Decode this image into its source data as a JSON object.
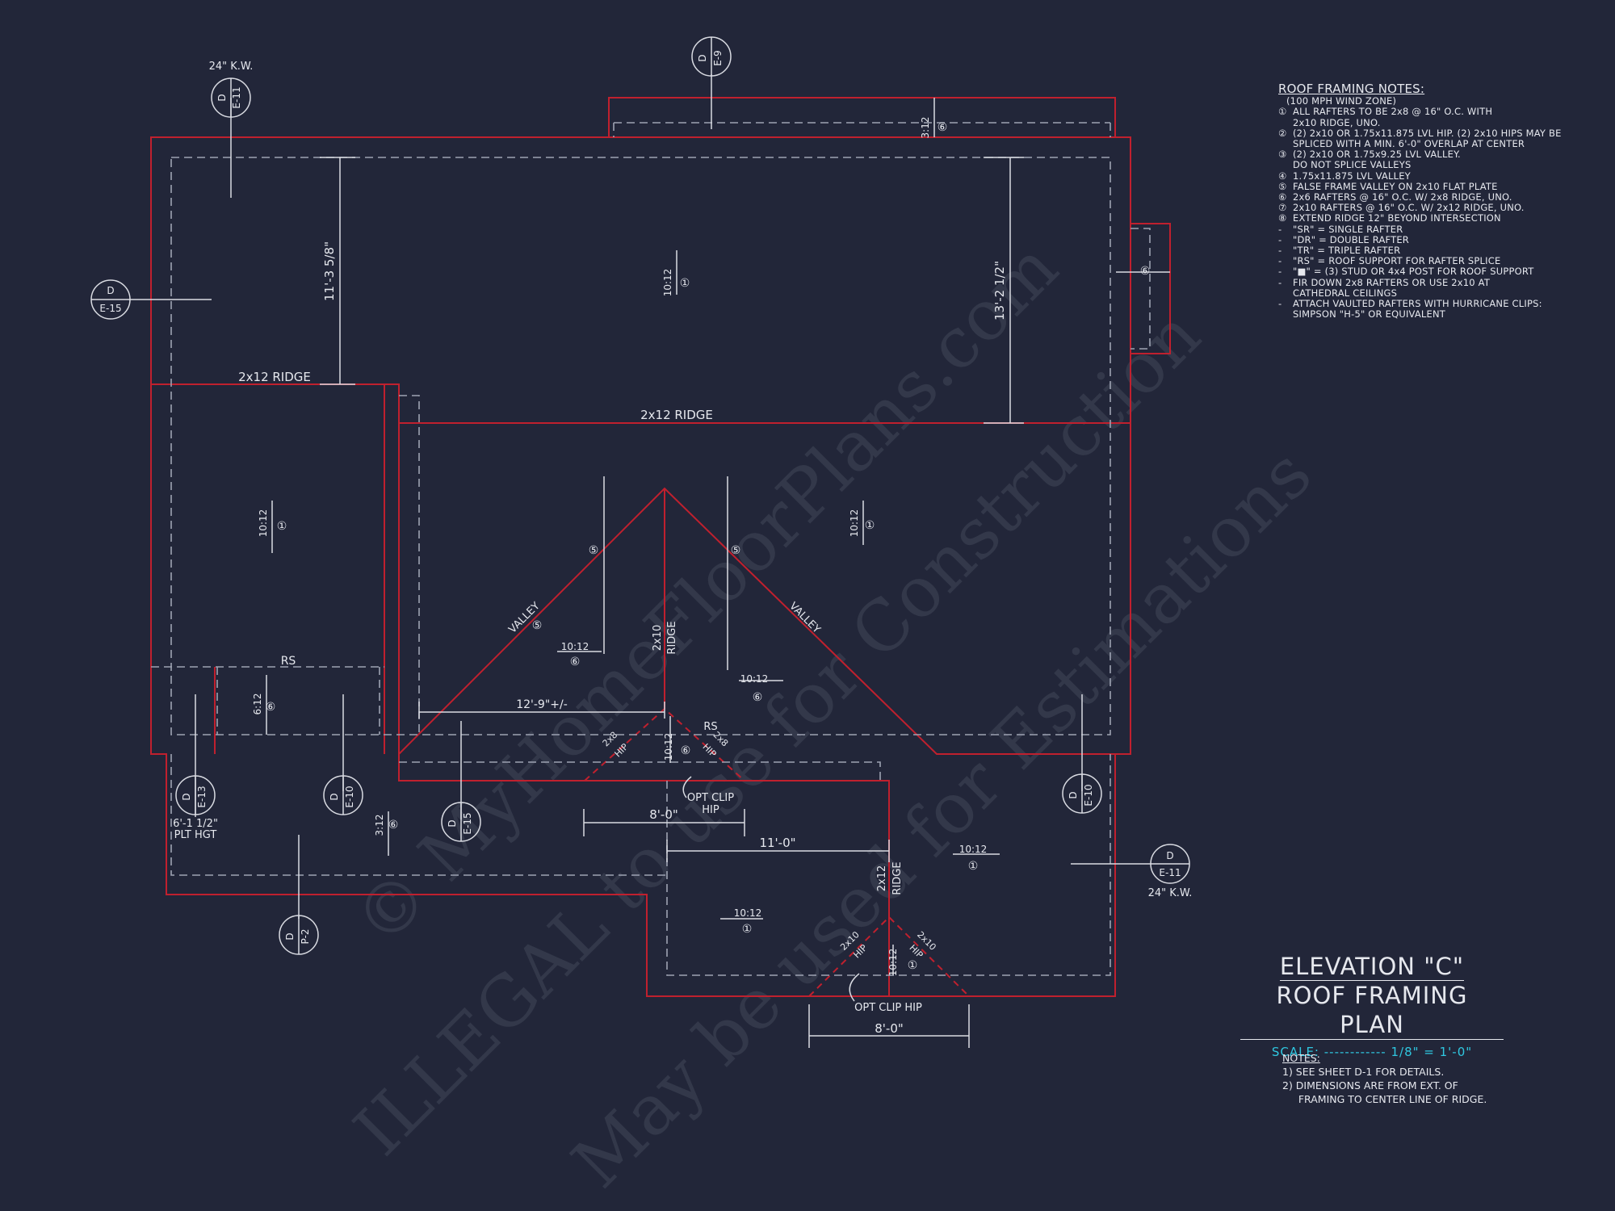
{
  "notes": {
    "heading": "ROOF FRAMING NOTES:",
    "wind_zone": "(100 MPH WIND ZONE)",
    "items": [
      {
        "key": "①",
        "text": "ALL RAFTERS TO BE 2x8 @ 16\" O.C. WITH"
      },
      {
        "key": "",
        "text": "2x10 RIDGE, UNO."
      },
      {
        "key": "②",
        "text": "(2) 2x10 OR 1.75x11.875 LVL HIP. (2) 2x10 HIPS MAY BE"
      },
      {
        "key": "",
        "text": "SPLICED WITH A MIN. 6'-0\" OVERLAP AT CENTER"
      },
      {
        "key": "③",
        "text": "(2) 2x10 OR 1.75x9.25 LVL VALLEY."
      },
      {
        "key": "",
        "text": "DO NOT SPLICE VALLEYS"
      },
      {
        "key": "④",
        "text": "1.75x11.875 LVL VALLEY"
      },
      {
        "key": "⑤",
        "text": "FALSE FRAME VALLEY ON 2x10 FLAT PLATE"
      },
      {
        "key": "⑥",
        "text": "2x6 RAFTERS @ 16\" O.C. W/ 2x8 RIDGE, UNO."
      },
      {
        "key": "⑦",
        "text": "2x10 RAFTERS @ 16\" O.C. W/ 2x12 RIDGE, UNO."
      },
      {
        "key": "⑧",
        "text": "EXTEND RIDGE 12\" BEYOND INTERSECTION"
      },
      {
        "key": "-",
        "text": "\"SR\" = SINGLE RAFTER"
      },
      {
        "key": "-",
        "text": "\"DR\" = DOUBLE RAFTER"
      },
      {
        "key": "-",
        "text": "\"TR\" = TRIPLE RAFTER"
      },
      {
        "key": "-",
        "text": "\"RS\" = ROOF SUPPORT FOR RAFTER SPLICE"
      },
      {
        "key": "-",
        "text": "\"■\" = (3) STUD OR 4x4 POST FOR ROOF SUPPORT"
      },
      {
        "key": "-",
        "text": "FIR DOWN 2x8 RAFTERS OR USE 2x10 AT"
      },
      {
        "key": "",
        "text": "CATHEDRAL CEILINGS"
      },
      {
        "key": "-",
        "text": "ATTACH VAULTED RAFTERS WITH HURRICANE CLIPS:"
      },
      {
        "key": "",
        "text": "SIMPSON \"H-5\" OR EQUIVALENT"
      }
    ]
  },
  "title": {
    "line1": "ELEVATION \"C\"",
    "line2": "ROOF FRAMING PLAN",
    "scale": "SCALE: ------------ 1/8\" = 1'-0\""
  },
  "bottom_notes": {
    "heading": "NOTES:",
    "items": [
      "1)  SEE SHEET D-1 FOR DETAILS.",
      "2)  DIMENSIONS ARE FROM EXT. OF",
      "     FRAMING TO CENTER LINE OF RIDGE."
    ]
  },
  "callouts": {
    "e11_top": {
      "letter": "D",
      "sheet": "E-11",
      "note": "24\" K.W."
    },
    "e9": {
      "letter": "D",
      "sheet": "E-9"
    },
    "e15_left": {
      "letter": "D",
      "sheet": "E-15"
    },
    "e13": {
      "letter": "D",
      "sheet": "E-13",
      "note1": "6'-1 1/2\"",
      "note2": "PLT HGT"
    },
    "e10_left": {
      "letter": "D",
      "sheet": "E-10"
    },
    "e15_mid": {
      "letter": "D",
      "sheet": "E-15"
    },
    "p2": {
      "letter": "D",
      "sheet": "P-2"
    },
    "e10_right": {
      "letter": "D",
      "sheet": "E-10"
    },
    "e11_right": {
      "letter": "D",
      "sheet": "E-11",
      "note": "24\" K.W."
    }
  },
  "labels": {
    "ridge_upper_left": "2x12 RIDGE",
    "ridge_main": "2x12 RIDGE",
    "ridge_center": "2x10",
    "ridge_center_b": "RIDGE",
    "ridge_lower": "2x12",
    "ridge_lower_b": "RIDGE",
    "valley_left": "VALLEY",
    "valley_right": "VALLEY",
    "rs_left": "RS",
    "rs_center": "RS",
    "hip_a": "2x8",
    "hip_a_b": "HIP",
    "hip_b": "2x8",
    "hip_b_b": "HIP",
    "hip_c": "2x10",
    "hip_c_b": "HIP",
    "hip_d": "2x10",
    "hip_d_b": "HIP",
    "opt_clip_hip_1": "OPT CLIP",
    "opt_clip_hip_1b": "HIP",
    "opt_clip_hip_2": "OPT CLIP HIP"
  },
  "dimensions": {
    "d1": "11'-3 5/8\"",
    "d2": "13'-2 1/2\"",
    "d3": "12'-9\"+/-",
    "d4": "8'-0\"",
    "d5": "11'-0\"",
    "d6": "8'-0\""
  },
  "pitches": {
    "p_top": "3:12",
    "p_upper": "10:12",
    "p_left": "10:12",
    "p_right": "10:12",
    "p_valley": "10:12",
    "p_rvalley": "10:12",
    "p_rs": "6:12",
    "p_center": "10:12",
    "p_right_lower": "10:12",
    "p_lower": "10:12",
    "p_bottom": "10:12",
    "p_lowleft": "3:12"
  },
  "rafter_tags": {
    "t1": "⑥",
    "t2": "①",
    "t3": "①",
    "t4": "①",
    "t5": "⑤",
    "t6": "⑤",
    "t7": "⑤",
    "t8": "⑥",
    "t9": "⑥",
    "t10": "⑥",
    "t11": "⑥",
    "t12": "①",
    "t13": "①",
    "t14": "①",
    "t15": "⑥",
    "t16": "⑥"
  },
  "watermarks": [
    "© MyHomeFloorPlans.com",
    "ILLEGAL to use for Construction",
    "May be used for Estimations"
  ]
}
